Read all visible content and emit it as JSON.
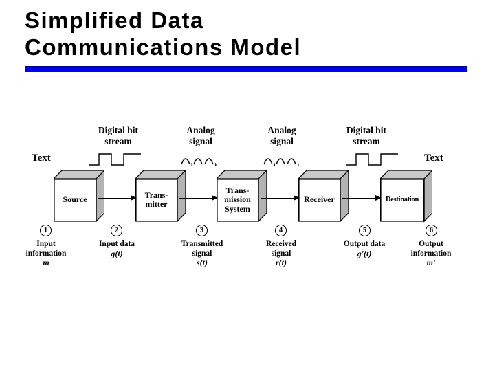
{
  "slide": {
    "title": "Simplified Data Communications Model",
    "accent_color": "#0000f0"
  },
  "diagram": {
    "text_left": "Text",
    "text_right": "Text",
    "signals": [
      {
        "label": [
          "Digital bit",
          "stream"
        ],
        "waveform": "square-wave"
      },
      {
        "label": [
          "Analog",
          "signal"
        ],
        "waveform": "sine-wave"
      },
      {
        "label": [
          "Analog",
          "signal"
        ],
        "waveform": "sine-wave"
      },
      {
        "label": [
          "Digital bit",
          "stream"
        ],
        "waveform": "square-wave"
      }
    ],
    "boxes": [
      {
        "label": [
          "Source"
        ]
      },
      {
        "label": [
          "Trans-",
          "mitter"
        ]
      },
      {
        "label": [
          "Trans-",
          "mission",
          "System"
        ]
      },
      {
        "label": [
          "Receiver"
        ]
      },
      {
        "label": [
          "Destination"
        ]
      }
    ],
    "steps": [
      {
        "number": "1",
        "caption": [
          "Input",
          "information"
        ],
        "variable": "m"
      },
      {
        "number": "2",
        "caption": [
          "Input data"
        ],
        "variable": "g(t)"
      },
      {
        "number": "3",
        "caption": [
          "Transmitted",
          "signal"
        ],
        "variable": "s(t)"
      },
      {
        "number": "4",
        "caption": [
          "Received",
          "signal"
        ],
        "variable": "r(t)"
      },
      {
        "number": "5",
        "caption": [
          "Output data"
        ],
        "variable": "g'(t)"
      },
      {
        "number": "6",
        "caption": [
          "Output",
          "information"
        ],
        "variable": "m'"
      }
    ],
    "colors": {
      "box_front": "#ffffff",
      "box_top": "#c9c9c9",
      "box_side": "#b3b3b3",
      "line": "#000000"
    }
  }
}
